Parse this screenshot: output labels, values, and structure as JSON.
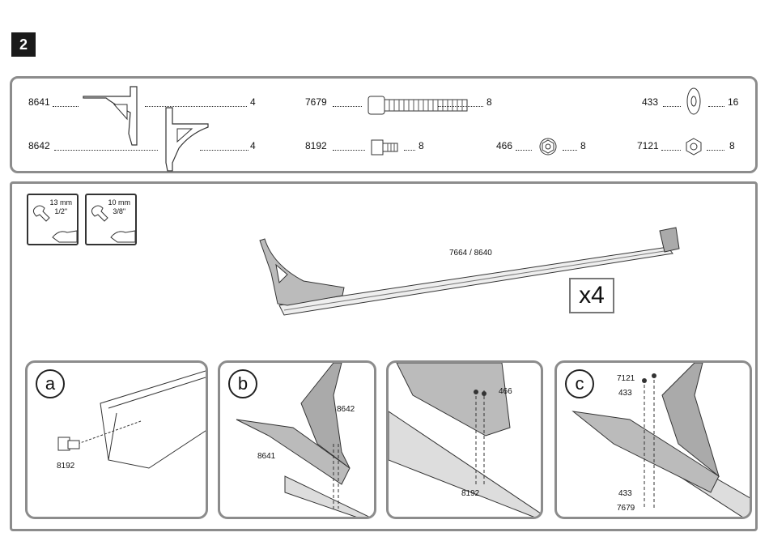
{
  "step": "2",
  "parts": [
    {
      "code": "8641",
      "qty": "4"
    },
    {
      "code": "8642",
      "qty": "4"
    },
    {
      "code": "7679",
      "qty": "8"
    },
    {
      "code": "8192",
      "qty": "8"
    },
    {
      "code": "466",
      "qty": "8"
    },
    {
      "code": "433",
      "qty": "16"
    },
    {
      "code": "7121",
      "qty": "8"
    }
  ],
  "tools": [
    {
      "size": "13 mm",
      "imperial": "1/2\""
    },
    {
      "size": "10 mm",
      "imperial": "3/8\""
    }
  ],
  "assembly": {
    "rail_label": "7664 / 8640",
    "multiplier": "x4"
  },
  "details": {
    "a": {
      "letter": "a",
      "labels": [
        "8192"
      ]
    },
    "b": {
      "letter": "b",
      "labels": [
        "8642",
        "8641"
      ]
    },
    "mid": {
      "labels": [
        "466",
        "8192"
      ]
    },
    "c": {
      "letter": "c",
      "labels": [
        "7121",
        "433",
        "433",
        "7679"
      ]
    }
  }
}
